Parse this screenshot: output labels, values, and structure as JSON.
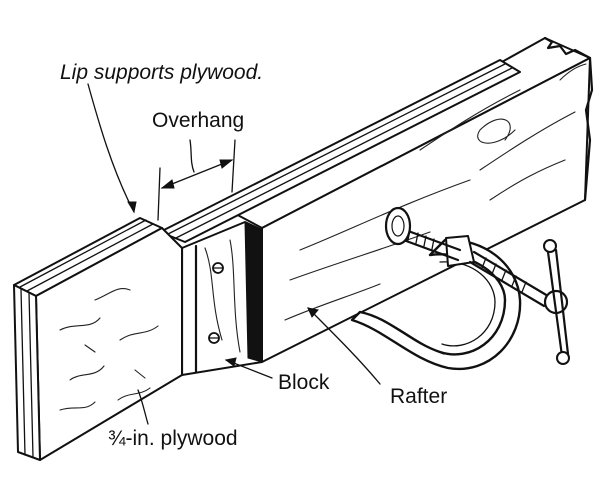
{
  "labels": {
    "lip": "Lip supports plywood.",
    "overhang": "Overhang",
    "block": "Block",
    "rafter": "Rafter",
    "plywood": "¾-in. plywood"
  },
  "icons": {
    "clamp": "c-clamp-icon",
    "screw": "screw-icon"
  },
  "colors": {
    "ink": "#111111",
    "paper": "#ffffff"
  }
}
